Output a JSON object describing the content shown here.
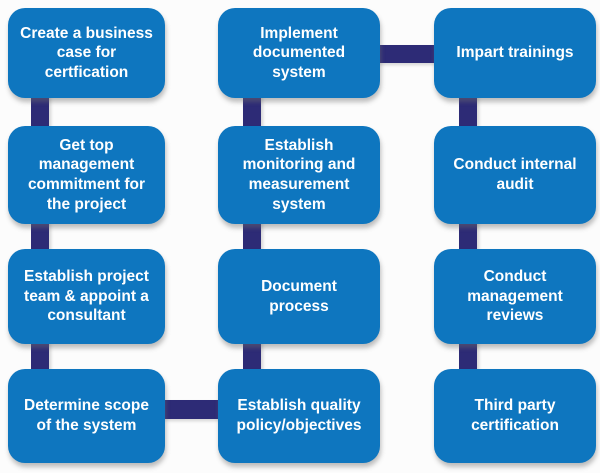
{
  "colors": {
    "background": "#fcfcfc",
    "box": "#0e76bf",
    "connector": "#2d2b76",
    "text": "#ffffff"
  },
  "diagram": {
    "type": "flowchart",
    "description": "Certification process flow: down left column, across bottom, up middle column, across top, down right column",
    "boxes": [
      {
        "id": "create-business-case",
        "label": "Create a business\ncase for\ncertfication"
      },
      {
        "id": "get-top-management-commitment",
        "label": "Get top\nmanagement\ncommitment for\nthe project"
      },
      {
        "id": "establish-project-team",
        "label": "Establish project\nteam & appoint a\nconsultant"
      },
      {
        "id": "determine-scope",
        "label": "Determine scope\nof the system"
      },
      {
        "id": "implement-documented-system",
        "label": "Implement\ndocumented\nsystem"
      },
      {
        "id": "establish-monitoring-measurement",
        "label": "Establish\nmonitoring and\nmeasurement\nsystem"
      },
      {
        "id": "document-process",
        "label": "Document\nprocess"
      },
      {
        "id": "establish-quality-policy",
        "label": "Establish quality\npolicy/objectives"
      },
      {
        "id": "impart-trainings",
        "label": "Impart trainings"
      },
      {
        "id": "conduct-internal-audit",
        "label": "Conduct internal\naudit"
      },
      {
        "id": "conduct-management-reviews",
        "label": "Conduct\nmanagement\nreviews"
      },
      {
        "id": "third-party-certification",
        "label": "Third party\ncertification"
      }
    ],
    "flow_order": [
      "create-business-case",
      "get-top-management-commitment",
      "establish-project-team",
      "determine-scope",
      "establish-quality-policy",
      "document-process",
      "establish-monitoring-measurement",
      "implement-documented-system",
      "impart-trainings",
      "conduct-internal-audit",
      "conduct-management-reviews",
      "third-party-certification"
    ],
    "connectors": [
      {
        "from": "create-business-case",
        "to": "get-top-management-commitment"
      },
      {
        "from": "get-top-management-commitment",
        "to": "establish-project-team"
      },
      {
        "from": "establish-project-team",
        "to": "determine-scope"
      },
      {
        "from": "determine-scope",
        "to": "establish-quality-policy"
      },
      {
        "from": "establish-quality-policy",
        "to": "document-process"
      },
      {
        "from": "document-process",
        "to": "establish-monitoring-measurement"
      },
      {
        "from": "establish-monitoring-measurement",
        "to": "implement-documented-system"
      },
      {
        "from": "implement-documented-system",
        "to": "impart-trainings"
      },
      {
        "from": "impart-trainings",
        "to": "conduct-internal-audit"
      },
      {
        "from": "conduct-internal-audit",
        "to": "conduct-management-reviews"
      },
      {
        "from": "conduct-management-reviews",
        "to": "third-party-certification"
      }
    ]
  }
}
